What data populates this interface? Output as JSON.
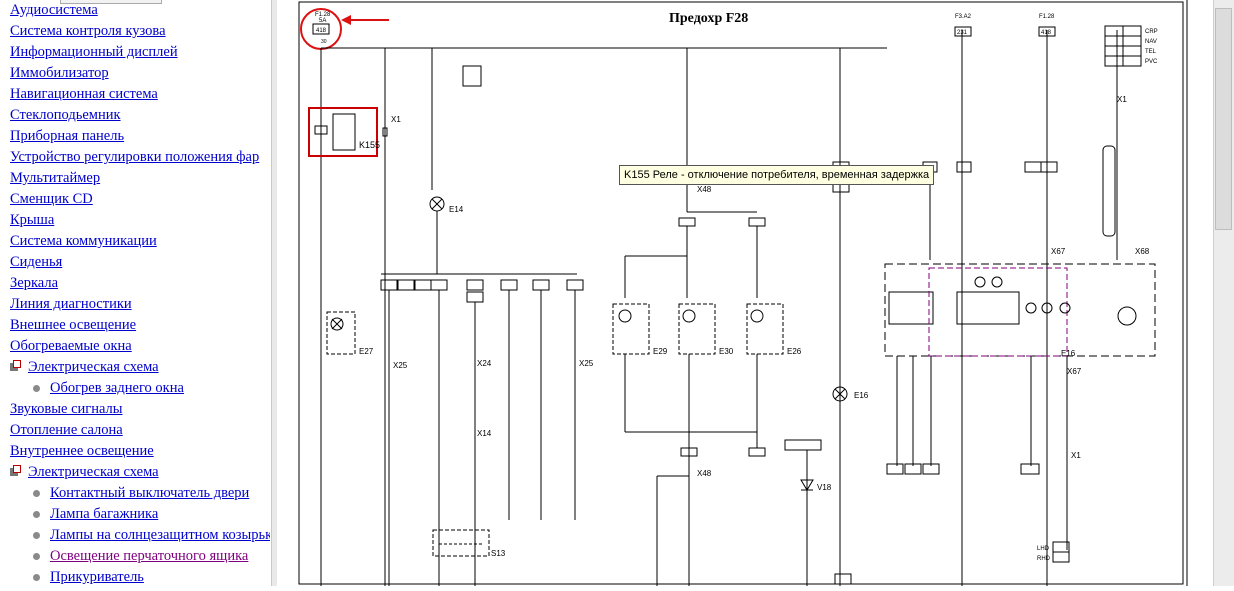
{
  "sidebar": {
    "items": [
      {
        "label": "Аудиосистема",
        "level": 1
      },
      {
        "label": "Система контроля кузова",
        "level": 1
      },
      {
        "label": "Информационный дисплей",
        "level": 1
      },
      {
        "label": "Иммобилизатор",
        "level": 1
      },
      {
        "label": "Навигационная система",
        "level": 1
      },
      {
        "label": "Стеклоподьемник",
        "level": 1
      },
      {
        "label": "Приборная панель",
        "level": 1
      },
      {
        "label": "Устройство регулировки положения фар",
        "level": 1
      },
      {
        "label": "Мультитаймер",
        "level": 1
      },
      {
        "label": "Сменщик CD",
        "level": 1
      },
      {
        "label": "Крыша",
        "level": 1
      },
      {
        "label": "Система коммуникации",
        "level": 1
      },
      {
        "label": "Сиденья",
        "level": 1
      },
      {
        "label": "Зеркала",
        "level": 1
      },
      {
        "label": "Линия диагностики",
        "level": 1
      },
      {
        "label": "Внешнее освещение",
        "level": 1
      },
      {
        "label": "Обогреваемые окна",
        "level": 1
      },
      {
        "label": "Электрическая схема",
        "level": "folder"
      },
      {
        "label": "Обогрев заднего окна",
        "level": 2
      },
      {
        "label": "Звуковые сигналы",
        "level": 1
      },
      {
        "label": "Отопление салона",
        "level": 1
      },
      {
        "label": "Внутреннее освещение",
        "level": 1
      },
      {
        "label": "Электрическая схема",
        "level": "folder"
      },
      {
        "label": "Контактный выключатель двери",
        "level": 2
      },
      {
        "label": "Лампа багажника",
        "level": 2
      },
      {
        "label": "Лампы на солнцезащитном козырьке",
        "level": 2
      },
      {
        "label": "Освещение перчаточного ящика",
        "level": 2,
        "visited": true
      },
      {
        "label": "Прикуриватель",
        "level": 2
      }
    ]
  },
  "diagram": {
    "callout": "Предохр F28",
    "tooltip": "K155 Реле - отключение потребителя, временная задержка",
    "labels": {
      "k155": "K155",
      "x1": "X1",
      "e14": "E14",
      "x48": "X48",
      "x24": "X24",
      "x25": "X25",
      "x14": "X14",
      "e27": "E27",
      "e29": "E29",
      "e30": "E30",
      "e26": "E26",
      "e16": "E16",
      "e16b": "E16",
      "x67": "X67",
      "x68": "X68",
      "x1b": "X1",
      "v18": "V18",
      "s13": "S13",
      "f28": "F28",
      "f28a": "5A",
      "f28n": "418"
    }
  }
}
